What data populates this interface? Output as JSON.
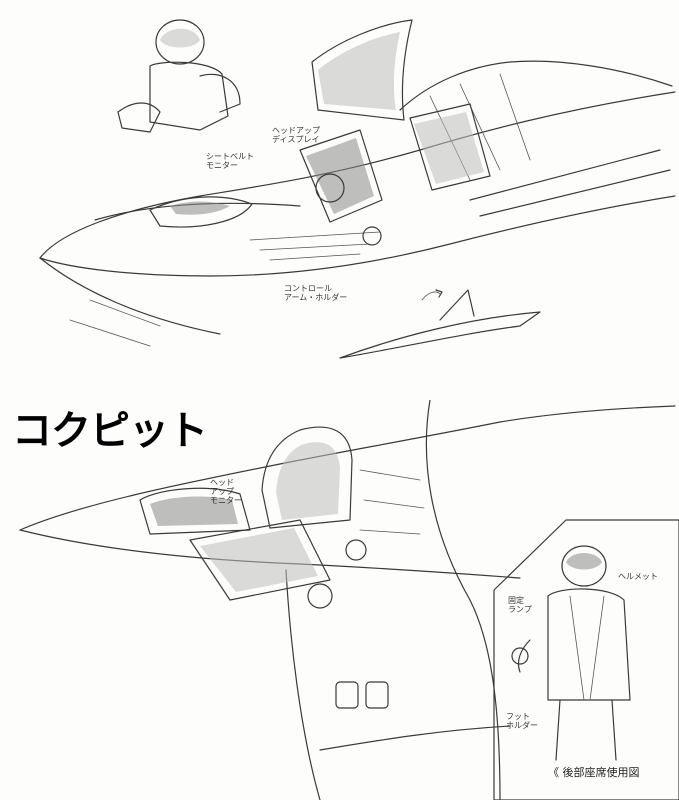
{
  "title": "コクピット",
  "caption": "《 後部座席使用図",
  "notes": {
    "top_a": "シートベルト\nモニター",
    "top_b": "ヘッドアップ\nディスプレイ",
    "top_c": "コントロール\nアーム・ホルダー",
    "mid_a": "ヘッド\nアップ\nモニター",
    "pilot_a": "ヘルメット",
    "pilot_b": "固定\nランプ",
    "pilot_c": "フット\nホルダー"
  }
}
